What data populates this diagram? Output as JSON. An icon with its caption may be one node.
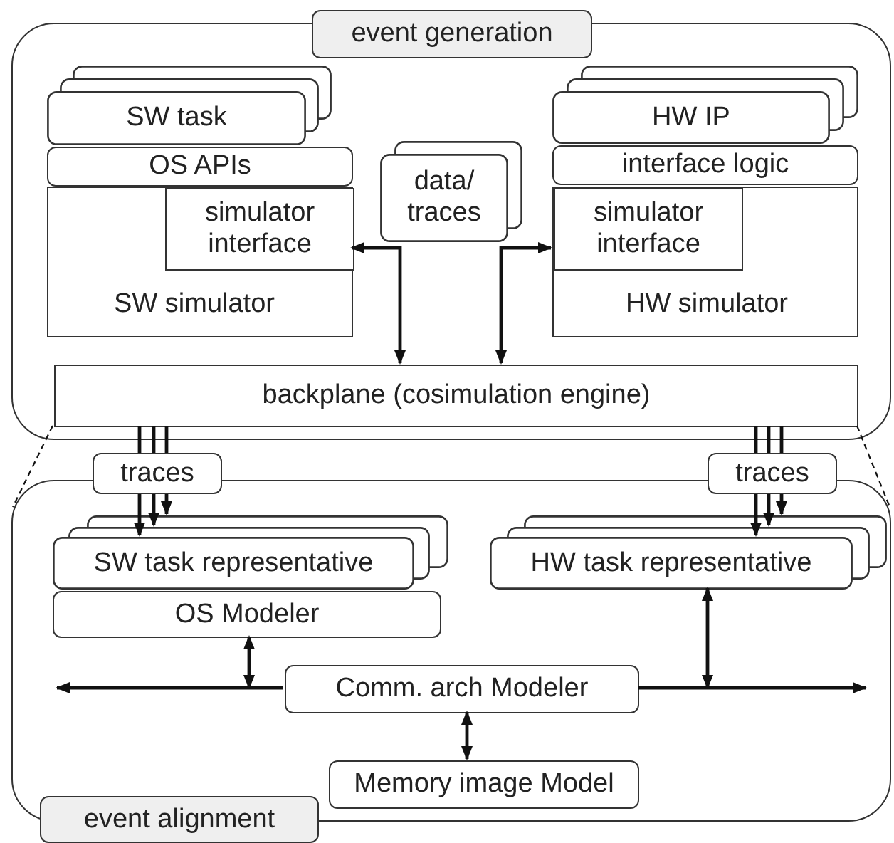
{
  "diagram": {
    "nodes": [
      {
        "text": [
          "event generation"
        ]
      },
      {
        "text": [
          "SW task"
        ],
        "in": 0
      },
      {
        "text": [
          "OS APIs"
        ],
        "in": 0
      },
      {
        "text": [
          "SW simulator"
        ],
        "in": 0
      },
      {
        "text": [
          "simulator interface"
        ],
        "in": 3
      },
      {
        "text": [
          "data/ traces"
        ],
        "in": 0
      },
      {
        "text": [
          "HW IP"
        ],
        "in": 0
      },
      {
        "text": [
          "interface logic"
        ],
        "in": 0
      },
      {
        "text": [
          "HW simulator"
        ],
        "in": 0
      },
      {
        "text": [
          "simulator interface"
        ],
        "in": 8
      },
      {
        "text": [
          "backplane (cosimulation engine)"
        ],
        "in": 0
      },
      {
        "text": [
          "traces"
        ]
      },
      {
        "text": [
          "traces"
        ]
      },
      {
        "text": [
          "event alignment"
        ]
      },
      {
        "text": [
          "SW task representative"
        ],
        "in": 13
      },
      {
        "text": [
          "OS Modeler"
        ],
        "in": 13
      },
      {
        "text": [
          "HW task representative"
        ],
        "in": 13
      },
      {
        "text": [
          "Comm. arch Modeler"
        ],
        "in": 13
      },
      {
        "text": [
          "Memory image Model"
        ],
        "in": 13
      }
    ],
    "edges": [
      {
        "from": 10,
        "to": 4,
        "arrow": "both"
      },
      {
        "from": 10,
        "to": 9,
        "arrow": "both"
      },
      {
        "from": 10,
        "to": 11,
        "arrow": "none"
      },
      {
        "from": 10,
        "to": 11,
        "arrow": "none"
      },
      {
        "from": 10,
        "to": 11,
        "arrow": "none"
      },
      {
        "from": 11,
        "to": 14,
        "arrow": "to"
      },
      {
        "from": 11,
        "to": 14,
        "arrow": "to"
      },
      {
        "from": 11,
        "to": 14,
        "arrow": "to"
      },
      {
        "from": 10,
        "to": 12,
        "arrow": "none"
      },
      {
        "from": 10,
        "to": 12,
        "arrow": "none"
      },
      {
        "from": 10,
        "to": 12,
        "arrow": "none"
      },
      {
        "from": 12,
        "to": 16,
        "arrow": "to"
      },
      {
        "from": 12,
        "to": 16,
        "arrow": "to"
      },
      {
        "from": 12,
        "to": 16,
        "arrow": "to"
      },
      {
        "from": 17,
        "to": null,
        "arrow": "to"
      },
      {
        "from": 17,
        "to": null,
        "arrow": "to"
      },
      {
        "from": 15,
        "to": 17,
        "arrow": "both"
      },
      {
        "from": 16,
        "to": 17,
        "arrow": "both"
      },
      {
        "from": 17,
        "to": 18,
        "arrow": "both"
      },
      {
        "from": 10,
        "to": 13,
        "arrow": "none",
        "style": "dashed"
      },
      {
        "from": 10,
        "to": 13,
        "arrow": "none",
        "style": "dashed"
      }
    ]
  }
}
